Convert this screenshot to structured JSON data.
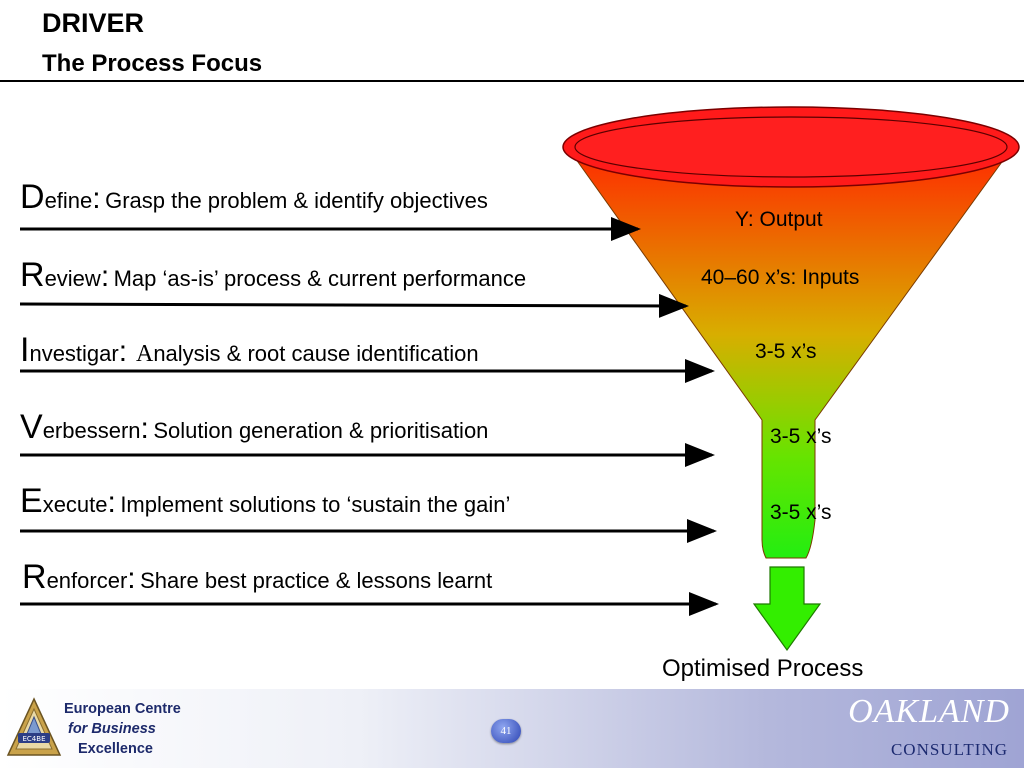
{
  "header": {
    "title": "DRIVER",
    "subtitle": "The Process Focus"
  },
  "steps": [
    {
      "letter": "D",
      "name": "efine",
      "colon": ":",
      "desc": "Grasp the problem & identify objectives"
    },
    {
      "letter": "R",
      "name": "eview",
      "colon": ":",
      "desc": "Map ‘as-is’ process & current performance"
    },
    {
      "letter": "I",
      "name": "nvestigar",
      "colon": ":",
      "desc_initial": "A",
      "desc": "nalysis & root cause identification"
    },
    {
      "letter": "V",
      "name": "erbessern",
      "colon": ":",
      "desc": "Solution generation & prioritisation"
    },
    {
      "letter": "E",
      "name": "xecute",
      "colon": ":",
      "desc": "Implement solutions to ‘sustain the gain’"
    },
    {
      "letter": "R",
      "name": "enforcer",
      "colon": ":",
      "desc": "Share best practice & lessons learnt"
    }
  ],
  "funnel": {
    "labels": [
      "Y: Output",
      "40–60 x’s: Inputs",
      "3-5 x’s",
      "3-5 x’s",
      "3-5 x’s"
    ],
    "result": "Optimised Process",
    "colors": {
      "top": "#ff2020",
      "middle": "#e8a800",
      "bottom": "#33ee00",
      "arrow": "#33ee00"
    }
  },
  "footer": {
    "ecbe_lines": [
      "European Centre",
      "for Business",
      "Excellence"
    ],
    "ecbe_badge": "EC4BE",
    "page_number": "41",
    "company": "OAKLAND",
    "company_sub": "CONSULTING"
  }
}
